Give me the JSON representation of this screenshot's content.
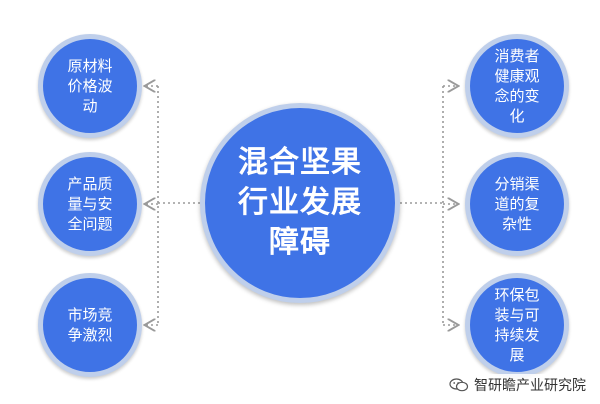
{
  "center": {
    "title": "混合坚果\n行业发展\n障碍"
  },
  "left_nodes": [
    {
      "label": "原材料\n价格波\n动"
    },
    {
      "label": "产品质\n量与安\n全问题"
    },
    {
      "label": "市场竞\n争激烈"
    }
  ],
  "right_nodes": [
    {
      "label": "消费者\n健康观\n念的变\n化"
    },
    {
      "label": "分销渠\n道的复\n杂性"
    },
    {
      "label": "环保包\n装与可\n持续发\n展"
    }
  ],
  "watermark": {
    "text": "智研瞻产业研究院",
    "icon": "wechat-icon"
  },
  "colors": {
    "circle_fill": "#3f73e6",
    "circle_border": "#bfcfeb",
    "connector": "#9a9a9a"
  }
}
